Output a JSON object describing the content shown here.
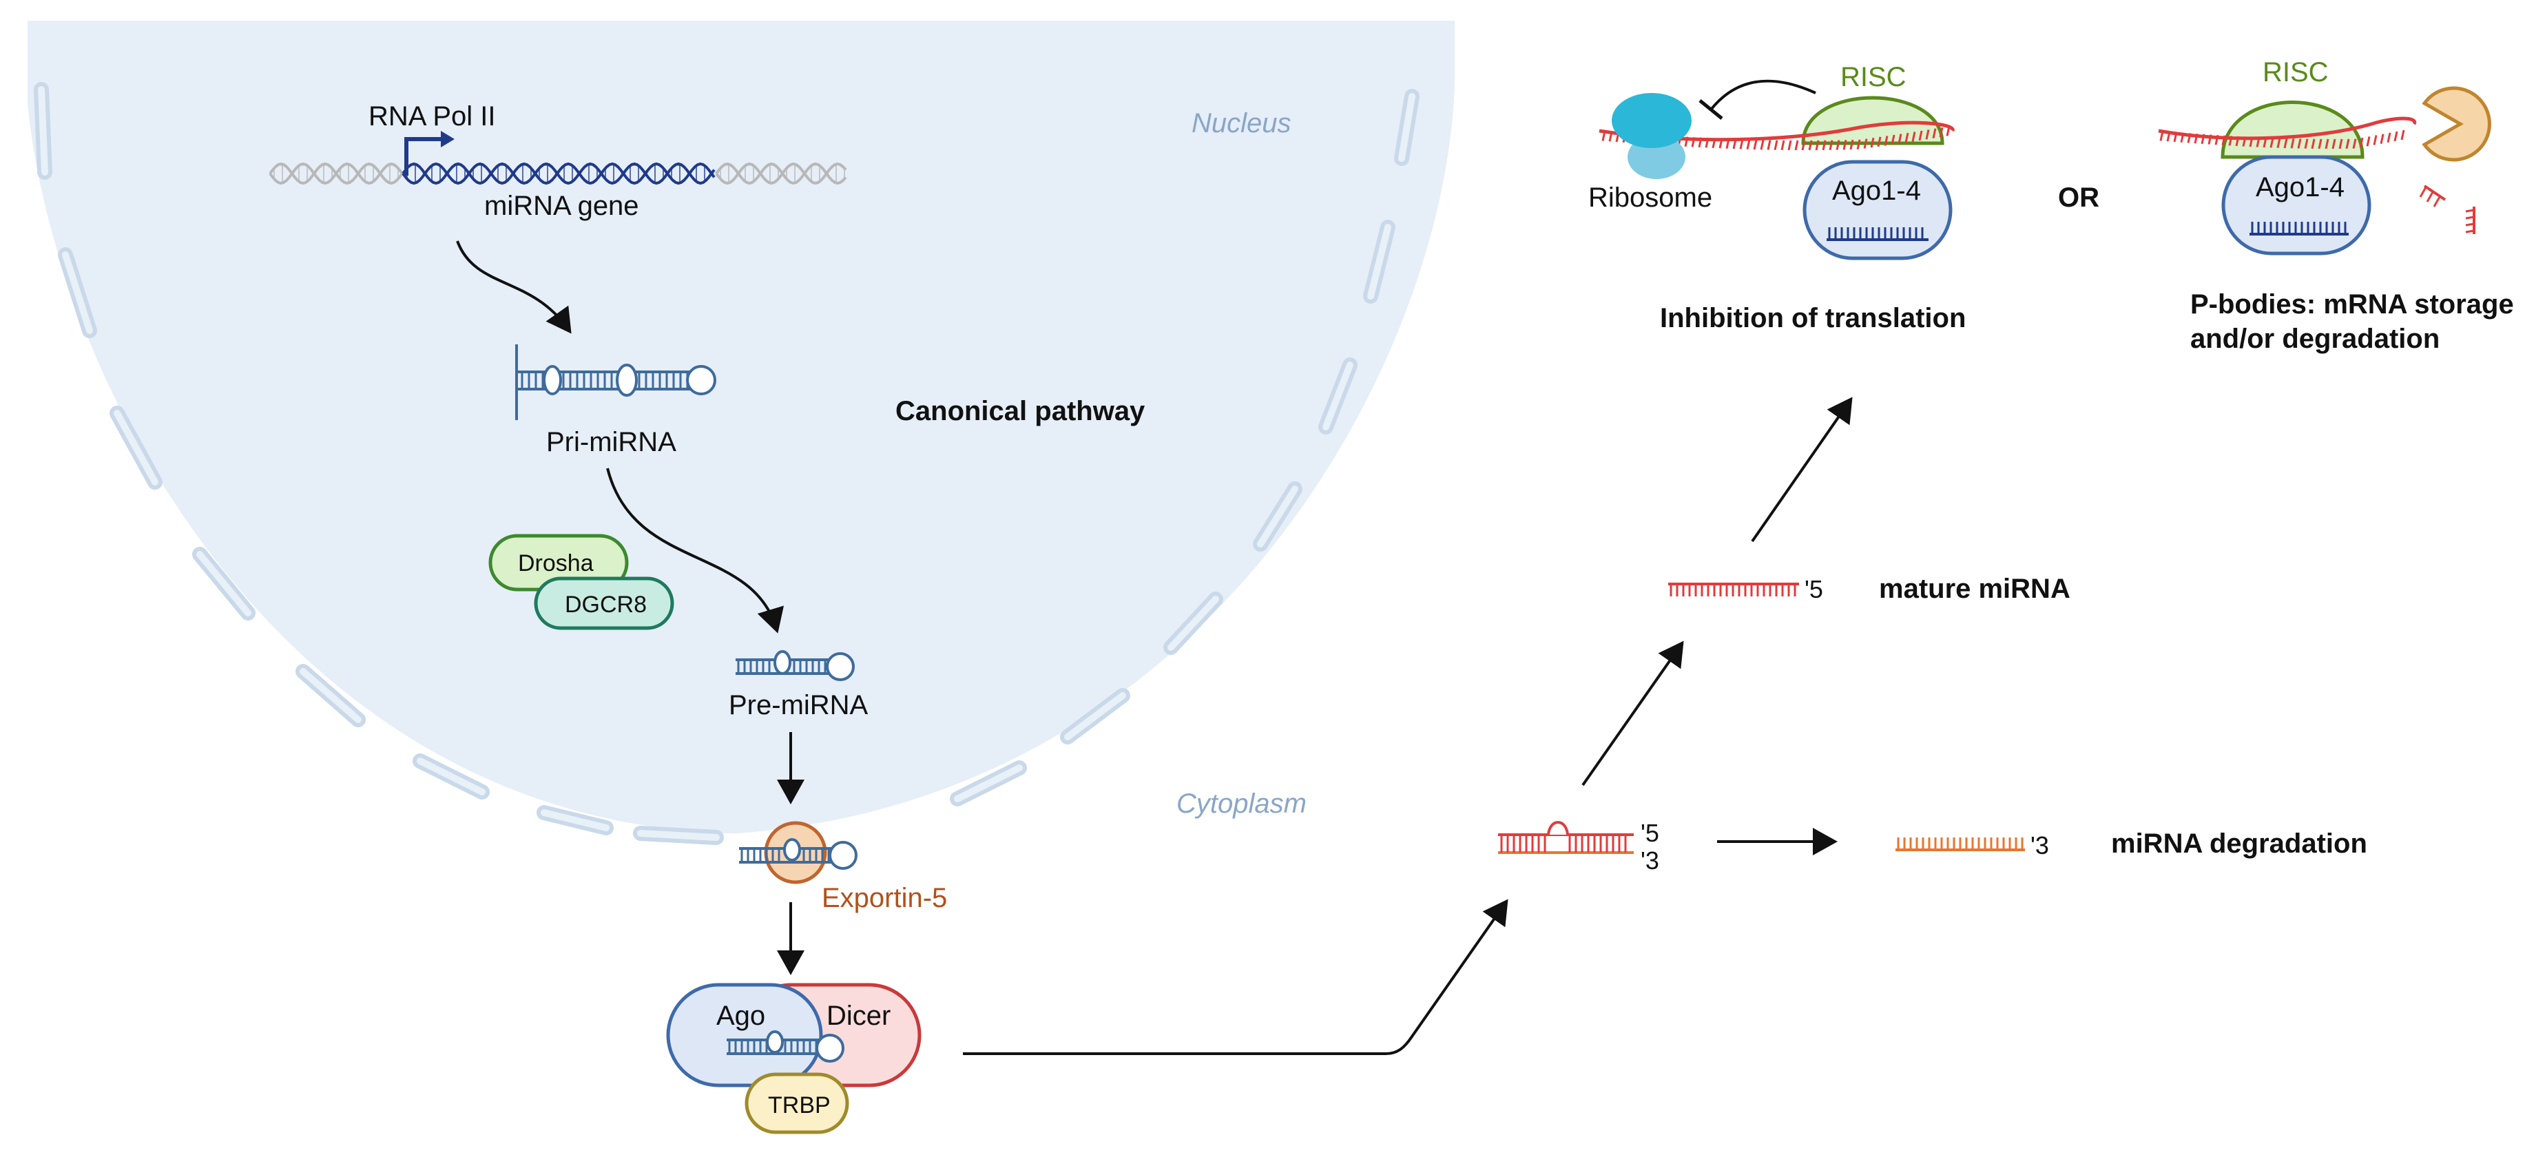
{
  "labels": {
    "rna_pol": "RNA Pol II",
    "mirna_gene": "miRNA gene",
    "nucleus": "Nucleus",
    "canonical": "Canonical pathway",
    "pri_mirna": "Pri-miRNA",
    "drosha": "Drosha",
    "dgcr8": "DGCR8",
    "pre_mirna": "Pre-miRNA",
    "cytoplasm": "Cytoplasm",
    "exportin": "Exportin-5",
    "ago": "Ago",
    "dicer": "Dicer",
    "trbp": "TRBP",
    "risc_1": "RISC",
    "risc_2": "RISC",
    "ago14_1": "Ago1-4",
    "ago14_2": "Ago1-4",
    "ribosome": "Ribosome",
    "or": "OR",
    "inhibition": "Inhibition of translation",
    "pbodies_line1": "P-bodies: mRNA storage",
    "pbodies_line2": "and/or degradation",
    "mature": "mature miRNA",
    "degradation": "miRNA degradation",
    "mature_end5": "'5",
    "duplex_end5": "'5",
    "duplex_end3": "'3",
    "degrad_end3": "'3"
  },
  "colors": {
    "nucleus_fill": "#e6eef8",
    "envelope": "#c9d9e9",
    "dna_blue": "#1f3a8a",
    "rna_red": "#e23b3b",
    "risc_green": "#5a8a1a",
    "exportin_text": "#b0521c",
    "label_italic": "#8aa6c7"
  }
}
